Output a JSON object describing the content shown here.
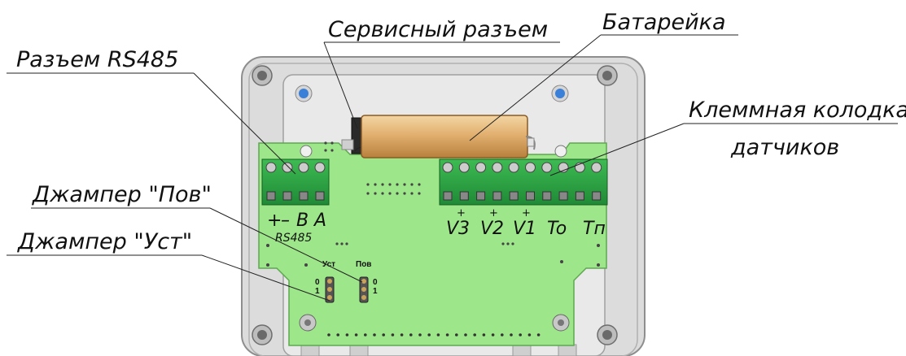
{
  "callouts": {
    "service_connector": "Сервисный разъем",
    "battery": "Батарейка",
    "rs485_connector": "Разъем RS485",
    "sensor_terminal_line1": "Клеммная колодка",
    "sensor_terminal_line2": "датчиков",
    "jumper_pov": "Джампер \"Пов\"",
    "jumper_ust": "Джампер \"Уст\""
  },
  "board_labels": {
    "rs485_plus": "+",
    "rs485_minus": "–",
    "rs485_b": "B",
    "rs485_a": "A",
    "rs485_name": "RS485",
    "v3": "V3",
    "v2": "V2",
    "v1": "V1",
    "to": "To",
    "tp": "Tп",
    "v3_plus": "+",
    "v2_plus": "+",
    "v1_plus": "+",
    "ust": "Уст",
    "pov": "Пов",
    "ust_0": "0",
    "ust_1": "1",
    "pov_0": "0",
    "pov_1": "1"
  },
  "colors": {
    "pcb": "#9ee68a",
    "terminal": "#2fa646",
    "enclosure": "#dcdcdc",
    "battery": "#e2b070",
    "screw_blue": "#3a7fd8"
  }
}
